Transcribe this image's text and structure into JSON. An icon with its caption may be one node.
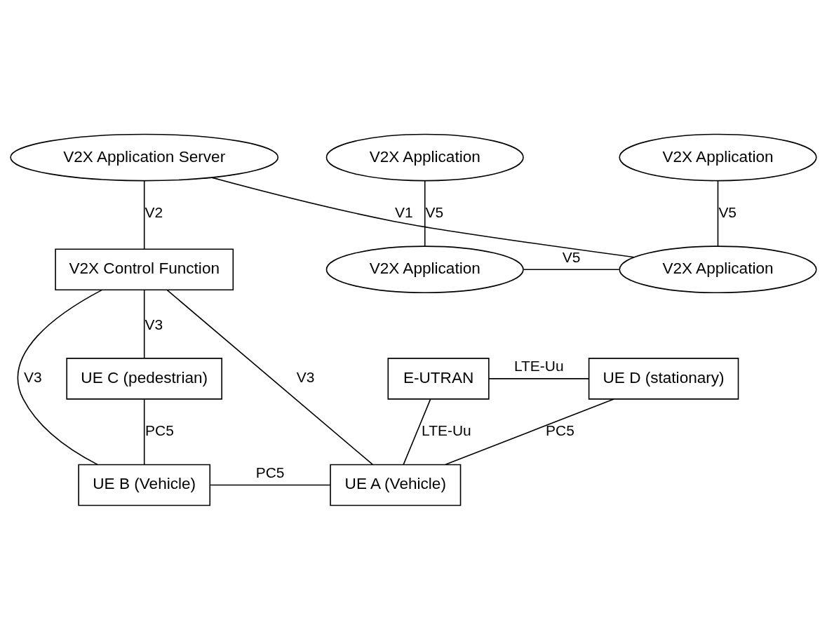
{
  "diagram": {
    "nodes": [
      {
        "text": [
          "V2X Application Server"
        ]
      },
      {
        "text": [
          "V2X Control Function"
        ]
      },
      {
        "text": [
          "UE C (pedestrian)"
        ]
      },
      {
        "text": [
          "V2X Application"
        ]
      },
      {
        "text": [
          "E-UTRAN"
        ]
      },
      {
        "text": [
          "UE D (stationary)"
        ]
      },
      {
        "text": [
          "V2X Application"
        ]
      },
      {
        "text": [
          "UE B (Vehicle)"
        ]
      },
      {
        "text": [
          "UE A (Vehicle)"
        ]
      },
      {
        "text": [
          "V2X Application"
        ]
      },
      {
        "text": [
          "V2X Application"
        ]
      }
    ],
    "edges": [
      {
        "from": 0,
        "to": 1,
        "arrow": "none",
        "label": "V2"
      },
      {
        "from": 1,
        "to": 2,
        "arrow": "none",
        "label": "V3"
      },
      {
        "from": 1,
        "to": 7,
        "arrow": "none",
        "label": "V3"
      },
      {
        "from": 1,
        "to": 8,
        "arrow": "none",
        "label": "V3"
      },
      {
        "from": 4,
        "to": 5,
        "arrow": "none",
        "label": "LTE-Uu"
      },
      {
        "from": 4,
        "to": 8,
        "arrow": "none",
        "label": "LTE-Uu"
      },
      {
        "from": 2,
        "to": 7,
        "arrow": "none",
        "label": "PC5"
      },
      {
        "from": 5,
        "to": 8,
        "arrow": "none",
        "label": "PC5"
      },
      {
        "from": 7,
        "to": 8,
        "arrow": "none",
        "label": "PC5"
      },
      {
        "from": 3,
        "to": 9,
        "arrow": "none",
        "label": "V5"
      },
      {
        "from": 9,
        "to": 10,
        "arrow": "none",
        "label": "V5"
      },
      {
        "from": 10,
        "to": 6,
        "arrow": "none",
        "label": "V5"
      },
      {
        "from": 10,
        "to": 0,
        "arrow": "none",
        "label": "V1"
      }
    ]
  }
}
